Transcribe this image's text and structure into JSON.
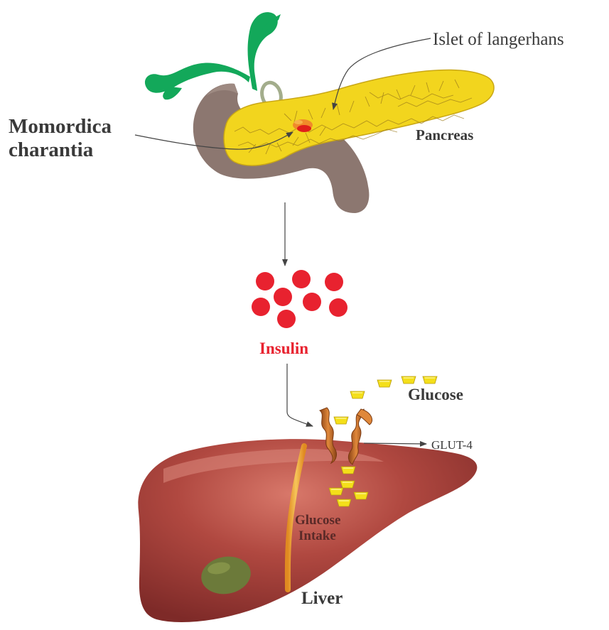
{
  "labels": {
    "islet": "Islet of langerhans",
    "momordica_line1": "Momordica",
    "momordica_line2": "charantia",
    "pancreas": "Pancreas",
    "insulin": "Insulin",
    "glucose": "Glucose",
    "glut4": "GLUT-4",
    "glucose_intake_line1": "Glucose",
    "glucose_intake_line2": "Intake",
    "liver": "Liver"
  },
  "colors": {
    "background": "#ffffff",
    "plant_green": "#13a85a",
    "pancreas_yellow": "#f2d51e",
    "pancreas_crack": "#b08a1a",
    "duodenum": "#8c7770",
    "duodenum_ring": "#a3ad8c",
    "insulin_red": "#e8222f",
    "glucose_yellow": "#f4df1a",
    "glut4_orange": "#c56a28",
    "liver_red": "#a83a36",
    "liver_highlight": "#cf6a60",
    "ligament": "#f0a83a",
    "gallbladder": "#6c7a3a",
    "islet_orange": "#f08a2a",
    "islet_red": "#e0201a",
    "label_text": "#3a3a3a",
    "arrow": "#444444"
  }
}
